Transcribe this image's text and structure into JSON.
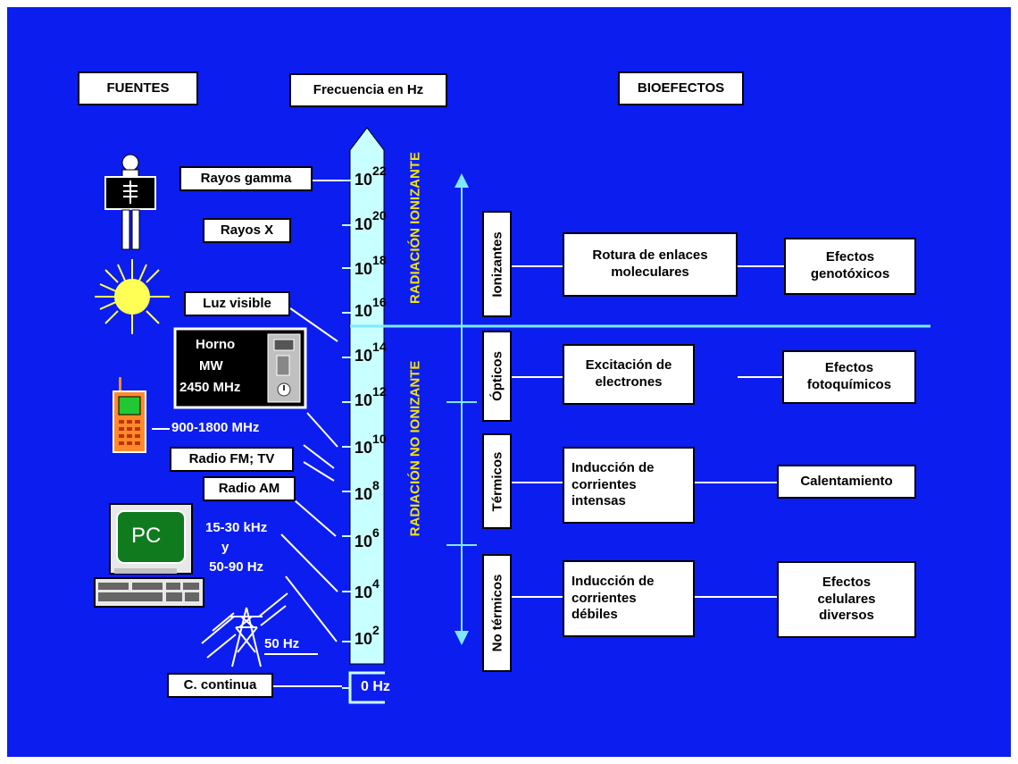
{
  "headers": {
    "fuentes": "FUENTES",
    "frecuencia": "Frecuencia en Hz",
    "bioefectos": "BIOEFECTOS"
  },
  "sources": {
    "gamma": "Rayos gamma",
    "xray": "Rayos X",
    "visible": "Luz visible",
    "oven": [
      "Horno",
      "MW",
      "2450 MHz"
    ],
    "mobile": "900-1800 MHz",
    "fm": "Radio FM; TV",
    "am": "Radio AM",
    "pc": [
      "15-30 kHz",
      "y",
      "50-90 Hz"
    ],
    "pc_screen": "PC",
    "power": "50 Hz",
    "dc": "C. continua"
  },
  "scale": {
    "base": "10",
    "exponents": [
      "22",
      "20",
      "18",
      "16",
      "14",
      "12",
      "10",
      "8",
      "6",
      "4",
      "2"
    ],
    "zero": "0 Hz",
    "ionizing_label": "RADIACIÓN IONIZANTE",
    "nonionizing_label": "RADIACIÓN NO IONIZANTE"
  },
  "effects": [
    {
      "category": "Ionizantes",
      "mechanism": "Rotura de enlaces moleculares",
      "result": "Efectos genotóxicos"
    },
    {
      "category": "Ópticos",
      "mechanism": "Excitación de electrones",
      "result": "Efectos fotoquímicos"
    },
    {
      "category": "Térmicos",
      "mechanism": "Inducción de corrientes intensas",
      "result": "Calentamiento"
    },
    {
      "category": "No térmicos",
      "mechanism": "Inducción de corrientes débiles",
      "result": "Efectos celulares diversos"
    }
  ],
  "colors": {
    "background": "#0c1df0",
    "scale": "#c8ffff",
    "label": "#f5e600",
    "line": "#ffffff"
  }
}
